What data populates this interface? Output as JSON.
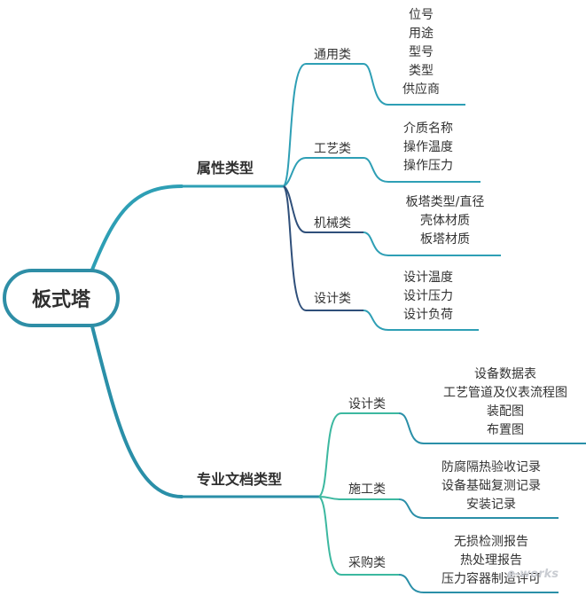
{
  "root": {
    "label": "板式塔"
  },
  "branches": [
    {
      "label": "属性类型",
      "color": "#2e9fb5",
      "groups": [
        {
          "label": "通用类",
          "items": [
            "位号",
            "用途",
            "型号",
            "类型",
            "供应商"
          ]
        },
        {
          "label": "工艺类",
          "items": [
            "介质名称",
            "操作温度",
            "操作压力"
          ]
        },
        {
          "label": "机械类",
          "items": [
            "板塔类型/直径",
            "壳体材质",
            "板塔材质"
          ]
        },
        {
          "label": "设计类",
          "items": [
            "设计温度",
            "设计压力",
            "设计负荷"
          ]
        }
      ]
    },
    {
      "label": "专业文档类型",
      "color": "#2a8fa8",
      "groups": [
        {
          "label": "设计类",
          "items": [
            "设备数据表",
            "工艺管道及仪表流程图",
            "装配图",
            "布置图"
          ]
        },
        {
          "label": "施工类",
          "items": [
            "防腐隔热验收记录",
            "设备基础复测记录",
            "安装记录"
          ]
        },
        {
          "label": "采购类",
          "items": [
            "无损检测报告",
            "热处理报告",
            "压力容器制造许可"
          ]
        }
      ]
    }
  ],
  "colors": {
    "root_border": "#2e8ea6",
    "teal": "#2e9fb5",
    "green": "#3cb8a0",
    "navy": "#2f4f7a"
  },
  "watermark": {
    "text": "e-works"
  }
}
